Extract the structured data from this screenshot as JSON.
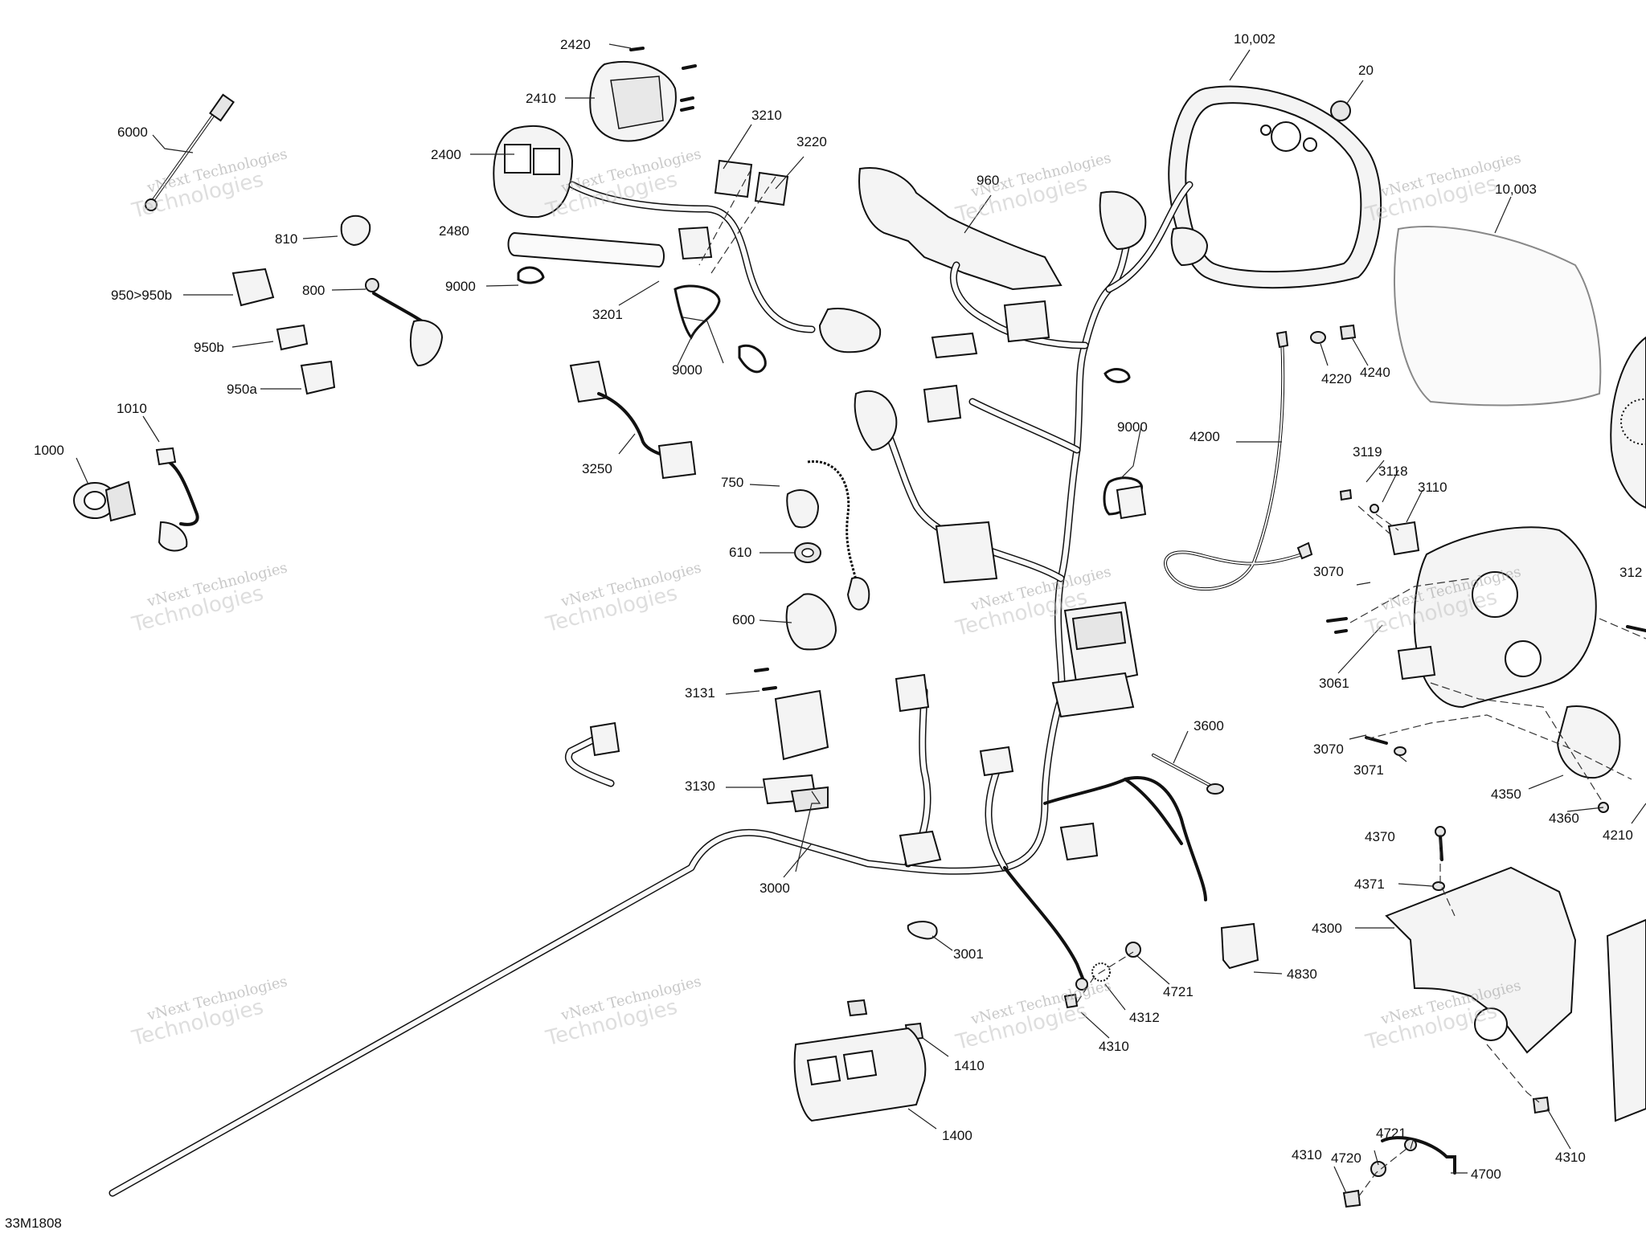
{
  "diagram_code": "33M1808",
  "watermark": {
    "line1": "vNext Technologies",
    "line2": "Technologies"
  },
  "callouts": [
    "2420",
    "2410",
    "2400",
    "6000",
    "810",
    "2480",
    "9000",
    "950>950b",
    "800",
    "950b",
    "950a",
    "1010",
    "1000",
    "3210",
    "3220",
    "3201",
    "9000",
    "3250",
    "960",
    "10,002",
    "20",
    "10,003",
    "4220",
    "4240",
    "9000",
    "4200",
    "750",
    "610",
    "600",
    "3131",
    "3130",
    "3000",
    "3001",
    "3600",
    "4721",
    "4312",
    "4310",
    "4830",
    "1410",
    "1400",
    "3119",
    "3118",
    "3110",
    "3070",
    "3061",
    "3070",
    "3071",
    "312",
    "4350",
    "4360",
    "4210",
    "4370",
    "4371",
    "4300",
    "4721",
    "4720",
    "4310",
    "4700",
    "4310"
  ]
}
